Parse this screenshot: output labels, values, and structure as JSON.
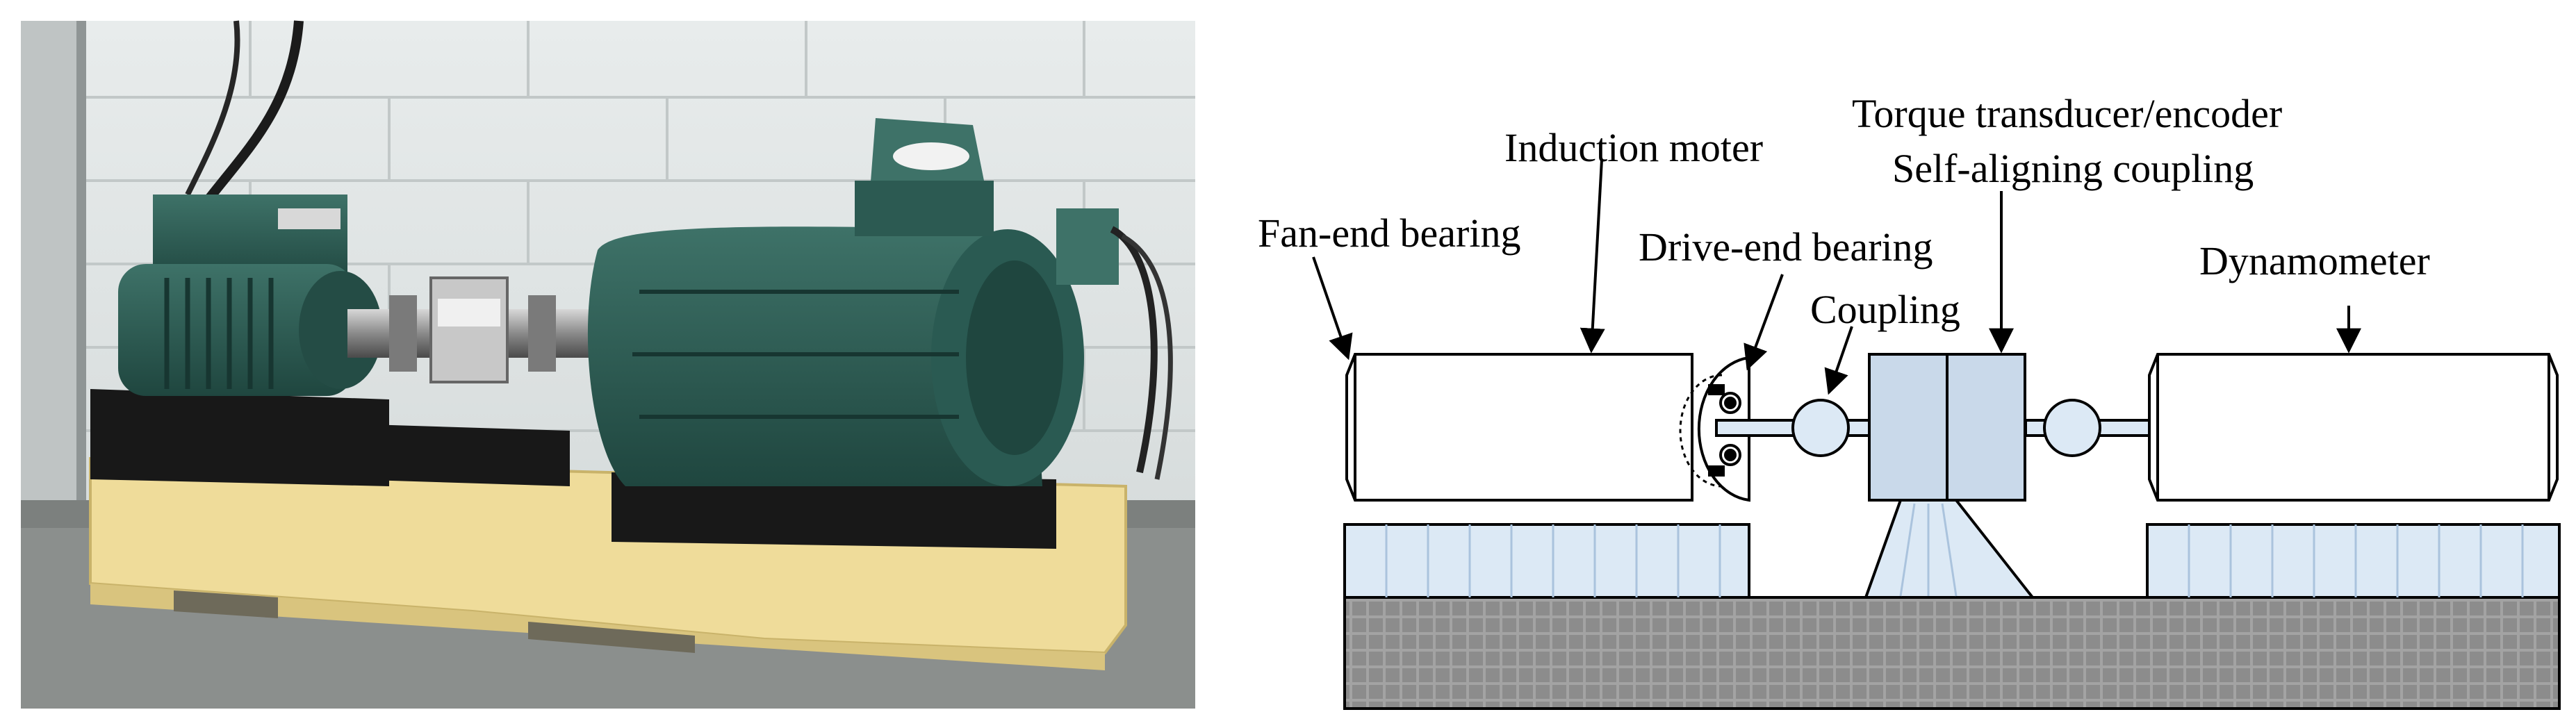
{
  "labels": {
    "fan_end_bearing": "Fan-end bearing",
    "induction_motor": "Induction moter",
    "drive_end_bearing": "Drive-end bearing",
    "torque_transducer": "Torque transducer/encoder",
    "self_aligning_coupling": "Self-aligning coupling",
    "coupling": "Coupling",
    "dynamometer": "Dynamometer"
  },
  "colors": {
    "motor_green": "#2c5a52",
    "wood": "#efdc9a",
    "block_blue": "#c9d9ea",
    "base_blue": "#dce9f5",
    "floor_gray": "#9a9a9a"
  }
}
